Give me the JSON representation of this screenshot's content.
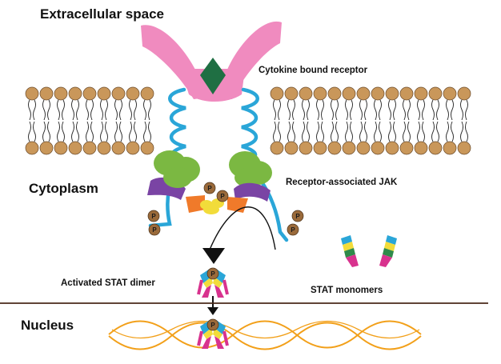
{
  "labels": {
    "extracellular": "Extracellular space",
    "cytokine_receptor": "Cytokine bound receptor",
    "cytoplasm": "Cytoplasm",
    "receptor_jak": "Receptor-associated JAK",
    "activated_dimer": "Activated STAT dimer",
    "stat_monomers": "STAT monomers",
    "nucleus": "Nucleus"
  },
  "phospho_label": "P",
  "colors": {
    "receptor": "#f08bbf",
    "cytokine": "#1f6f43",
    "helix": "#2aa6d8",
    "lipid_head": "#c9975a",
    "jak_green": "#7bb842",
    "jak_purple": "#7a44a4",
    "jak_orange": "#f07a2a",
    "stat_yellow": "#f2dc3a",
    "stat_pink": "#d8328e",
    "stat_blue": "#2aa6d8",
    "phospho": "#9a6a3a",
    "dna": "#f2a01a",
    "nuclear_membrane": "#4a2a1a"
  }
}
